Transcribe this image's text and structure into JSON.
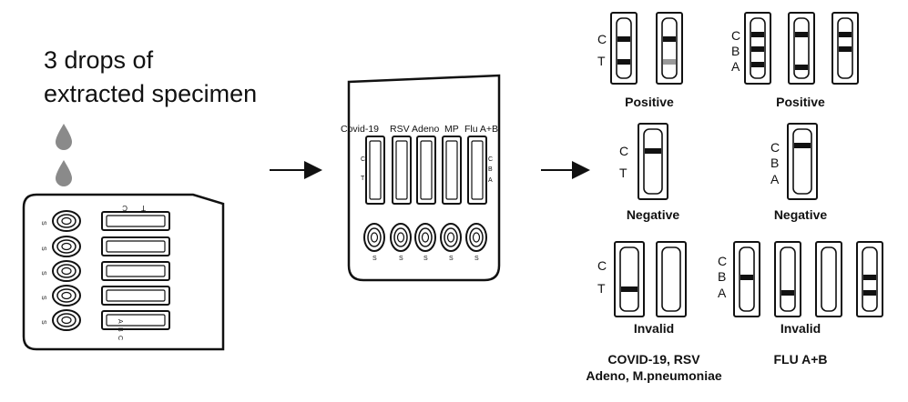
{
  "instruction": {
    "line1": "3 drops of",
    "line2": "extracted specimen"
  },
  "cassette_flat": {
    "well_label": "S",
    "window_top_labels": [
      "C",
      "T"
    ],
    "window_bottom_labels": [
      "C",
      "B",
      "A"
    ]
  },
  "cassette_upright": {
    "tests": [
      "Covid-19",
      "RSV",
      "Adeno",
      "MP",
      "Flu A+B"
    ],
    "left_labels": [
      "C",
      "T"
    ],
    "right_labels": [
      "C",
      "B",
      "A"
    ],
    "well_label": "S"
  },
  "results": {
    "two_line": {
      "labels": [
        "C",
        "T"
      ],
      "positive": "Positive",
      "negative": "Negative",
      "invalid": "Invalid",
      "caption_line1": "COVID-19, RSV",
      "caption_line2": "Adeno, M.pneumoniae"
    },
    "three_line": {
      "labels": [
        "C",
        "B",
        "A"
      ],
      "positive": "Positive",
      "negative": "Negative",
      "invalid": "Invalid",
      "caption": "FLU A+B"
    }
  },
  "colors": {
    "ink": "#111111",
    "faint_line": "#9a9a9a",
    "drop": "#8a8a8a"
  }
}
